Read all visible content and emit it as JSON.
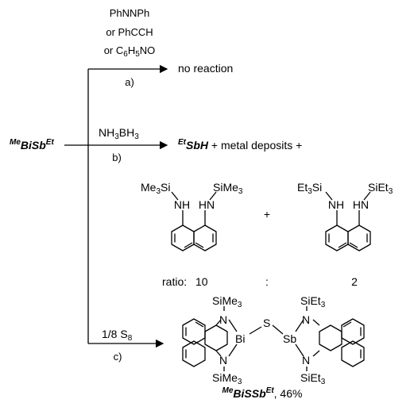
{
  "start": {
    "sup": "Me",
    "main": "BiSb",
    "sup2": "Et"
  },
  "branch_a": {
    "reagent_1": "PhNNPh",
    "reagent_2": "or PhCCH",
    "reagent_3_pre": "or C",
    "reagent_3_sub1": "6",
    "reagent_3_mid": "H",
    "reagent_3_sub2": "5",
    "reagent_3_post": "NO",
    "label": "a)",
    "product": "no reaction"
  },
  "branch_b": {
    "reagent_pre": "NH",
    "reagent_sub1": "3",
    "reagent_mid": "BH",
    "reagent_sub2": "3",
    "label": "b)",
    "product_sup": "Et",
    "product_main": "SbH",
    "product_rest": " + metal deposits  +",
    "mol1_left_pre": "Me",
    "mol1_left_sub": "3",
    "mol1_left_post": "Si",
    "mol1_nh1": "NH",
    "mol1_nh2": "HN",
    "mol1_right_pre": "SiMe",
    "mol1_right_sub": "3",
    "plus": "+",
    "mol2_left_pre": "Et",
    "mol2_left_sub": "3",
    "mol2_left_post": "Si",
    "mol2_nh1": "NH",
    "mol2_nh2": "HN",
    "mol2_right_pre": "SiEt",
    "mol2_right_sub": "3",
    "ratio_label": "ratio:",
    "ratio_1": "10",
    "ratio_sep": ":",
    "ratio_2": "2"
  },
  "branch_c": {
    "reagent_pre": "1/8 S",
    "reagent_sub": "8",
    "label": "c)",
    "bi_top_sub_pre": "SiMe",
    "bi_top_sub_sub": "3",
    "bi_bot_sub_pre": "SiMe",
    "bi_bot_sub_sub": "3",
    "n": "N",
    "bi": "Bi",
    "s": "S",
    "sb": "Sb",
    "sb_top_sub_pre": "SiEt",
    "sb_top_sub_sub": "3",
    "sb_bot_sub_pre": "SiEt",
    "sb_bot_sub_sub": "3",
    "product_sup": "Me",
    "product_main": "BiSSb",
    "product_sup2": "Et",
    "yield": ", 46%"
  }
}
